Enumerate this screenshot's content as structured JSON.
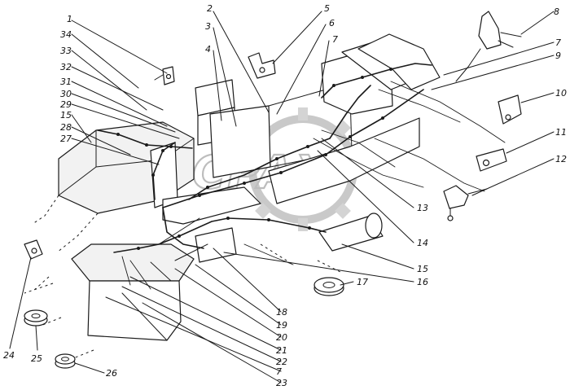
{
  "watermark": {
    "text": "CPAX"
  },
  "callouts": [
    {
      "id": "1",
      "label": "1"
    },
    {
      "id": "34",
      "label": "34"
    },
    {
      "id": "33",
      "label": "33"
    },
    {
      "id": "32",
      "label": "32"
    },
    {
      "id": "31",
      "label": "31"
    },
    {
      "id": "30",
      "label": "30"
    },
    {
      "id": "29",
      "label": "29"
    },
    {
      "id": "15a",
      "label": "15"
    },
    {
      "id": "28",
      "label": "28"
    },
    {
      "id": "27",
      "label": "27"
    },
    {
      "id": "2",
      "label": "2"
    },
    {
      "id": "3",
      "label": "3"
    },
    {
      "id": "4",
      "label": "4"
    },
    {
      "id": "5",
      "label": "5"
    },
    {
      "id": "6",
      "label": "6"
    },
    {
      "id": "7a",
      "label": "7"
    },
    {
      "id": "8",
      "label": "8"
    },
    {
      "id": "7b",
      "label": "7"
    },
    {
      "id": "9",
      "label": "9"
    },
    {
      "id": "10",
      "label": "10"
    },
    {
      "id": "11",
      "label": "11"
    },
    {
      "id": "12",
      "label": "12"
    },
    {
      "id": "13",
      "label": "13"
    },
    {
      "id": "14",
      "label": "14"
    },
    {
      "id": "15b",
      "label": "15"
    },
    {
      "id": "16",
      "label": "16"
    },
    {
      "id": "17",
      "label": "17"
    },
    {
      "id": "18",
      "label": "18"
    },
    {
      "id": "19",
      "label": "19"
    },
    {
      "id": "20",
      "label": "20"
    },
    {
      "id": "21",
      "label": "21"
    },
    {
      "id": "22",
      "label": "22"
    },
    {
      "id": "7c",
      "label": "7"
    },
    {
      "id": "23",
      "label": "23"
    },
    {
      "id": "24",
      "label": "24"
    },
    {
      "id": "25",
      "label": "25"
    },
    {
      "id": "26",
      "label": "26"
    }
  ]
}
